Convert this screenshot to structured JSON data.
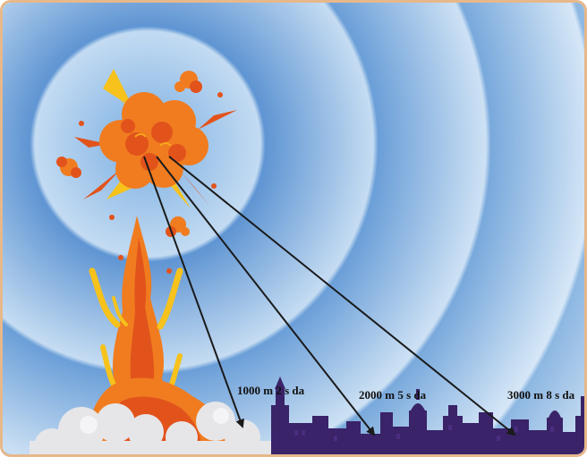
{
  "distances": [
    {
      "label": "1000 m 2 s da"
    },
    {
      "label": "2000 m 5 s da"
    },
    {
      "label": "3000 m 8 s da"
    }
  ],
  "colors": {
    "frame_border": "#e7b88a",
    "sky_outer": "#e8f1fa",
    "wave_edge": "#5f95d3",
    "explosion_orange": "#f07c1f",
    "explosion_dark": "#e2531c",
    "flame_yellow": "#f6c21b",
    "smoke": "#e6e6e9",
    "city": "#3a2368",
    "arrow": "#1a1a1a"
  }
}
